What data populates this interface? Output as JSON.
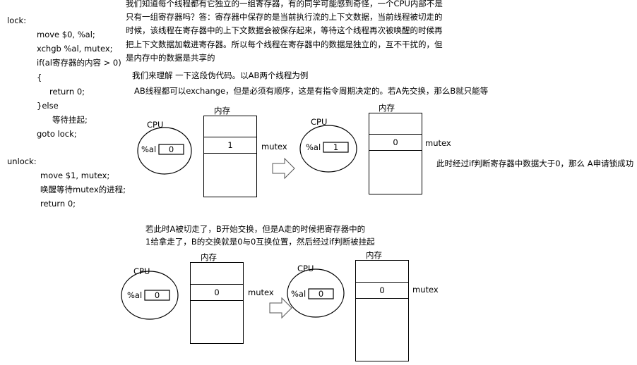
{
  "code": {
    "lock_label": "lock:",
    "lock_lines": [
      "move $0, %al;",
      "xchgb %al, mutex;",
      "if(al寄存器的内容 > 0)",
      "{",
      "return 0;",
      "}else",
      "等待挂起;",
      "goto lock;"
    ],
    "unlock_label": "unlock:",
    "unlock_lines": [
      "move $1, mutex;",
      "唤醒等待mutex的进程;",
      "return 0;"
    ]
  },
  "notes": {
    "intro_lines": [
      "我们知道每个线程都有它独立的一组寄存器，有的同学可能感到奇怪，一个CPU内部不是",
      "只有一组寄存器吗？答：寄存器中保存的是当前执行流的上下文数据，当前线程被切走的",
      "时候，该线程在寄存器中的上下文数据会被保存起来，等待这个线程再次被唤醒的时候再",
      "把上下文数据加载进寄存器。所以每个线程在寄存器中的数据是独立的，互不干扰的，但",
      "是内存中的数据是共享的"
    ],
    "analysis": "我们来理解 一下这段伪代码。以AB两个线程为例",
    "exchange": "AB线程都可以exchange，但是必须有顺序，这是有指令周期决定的。若A先交换，那么B就只能等",
    "success": "此时经过if判断寄存器中数据大于0，那么 A申请锁成功",
    "switch_lines": [
      "若此时A被切走了，B开始交换，但是A走的时候把寄存器中的",
      "1给拿走了，B的交换就是0与0互换位置，然后经过if判断被挂起"
    ]
  },
  "diagram": {
    "cpu_label": "CPU",
    "register_label": "%al",
    "memory_label": "内存",
    "mutex_label": "mutex",
    "steps": [
      {
        "register_value": "0",
        "mutex_value": "1"
      },
      {
        "register_value": "1",
        "mutex_value": "0"
      },
      {
        "register_value": "0",
        "mutex_value": "0"
      },
      {
        "register_value": "0",
        "mutex_value": "0"
      }
    ]
  }
}
